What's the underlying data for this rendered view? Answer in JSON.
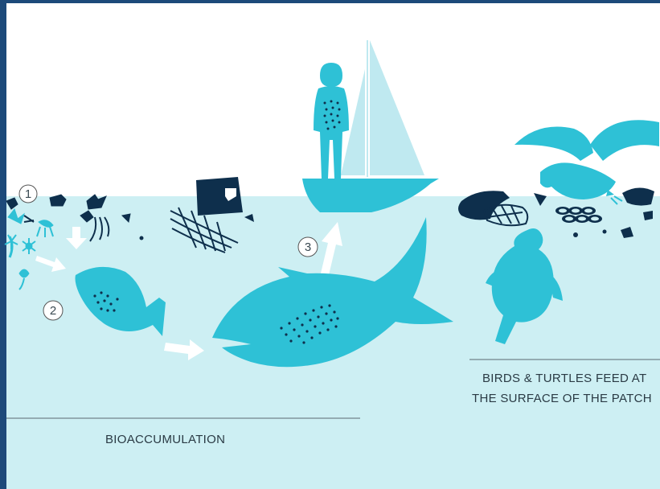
{
  "steps": [
    "1",
    "2",
    "3"
  ],
  "captions": {
    "bioaccumulation": "BIOACCUMULATION",
    "birds_line1": "BIRDS & TURTLES FEED AT",
    "birds_line2": "THE SURFACE OF THE PATCH"
  },
  "colors": {
    "frame": "#1d4a7a",
    "sky": "#ffffff",
    "ocean": "#cdeff3",
    "animal": "#2ec1d6",
    "debris": "#0e2f4c",
    "arrow": "#ffffff"
  }
}
